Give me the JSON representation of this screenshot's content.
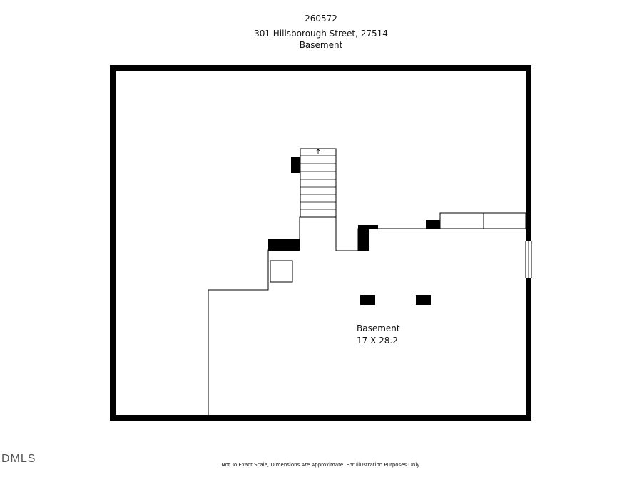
{
  "header": {
    "id": "260572",
    "address": "301 Hillsborough Street, 27514",
    "floor": "Basement"
  },
  "room": {
    "name": "Basement",
    "dimensions": "17 X 28.2"
  },
  "disclaimer": "Not To Exact Scale, Dimensions Are Approximate. For Illustration Purposes Only.",
  "logo": {
    "text": "DMLS",
    "icon": "mls-logo"
  }
}
